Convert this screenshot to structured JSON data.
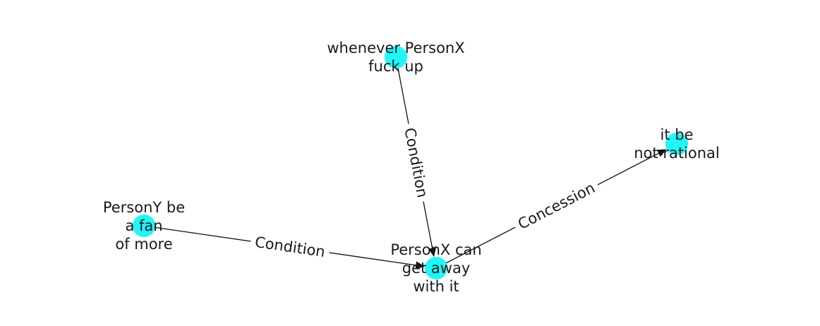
{
  "graph": {
    "node_color": "#1ff6f6",
    "edge_color": "#111111",
    "nodes": [
      {
        "id": "whenever",
        "lines": [
          "whenever PersonX",
          "fuck up"
        ]
      },
      {
        "id": "fan",
        "lines": [
          "PersonY be",
          "a fan",
          "of more"
        ]
      },
      {
        "id": "getaway",
        "lines": [
          "PersonX can",
          "get away",
          "with it"
        ]
      },
      {
        "id": "rational",
        "lines": [
          "it be",
          "not rational"
        ]
      }
    ],
    "edges": [
      {
        "id": "whenever-getaway",
        "source": "whenever",
        "target": "getaway",
        "label": "Condition"
      },
      {
        "id": "fan-getaway",
        "source": "fan",
        "target": "getaway",
        "label": "Condition"
      },
      {
        "id": "getaway-rational",
        "source": "getaway",
        "target": "rational",
        "label": "Concession"
      }
    ]
  }
}
